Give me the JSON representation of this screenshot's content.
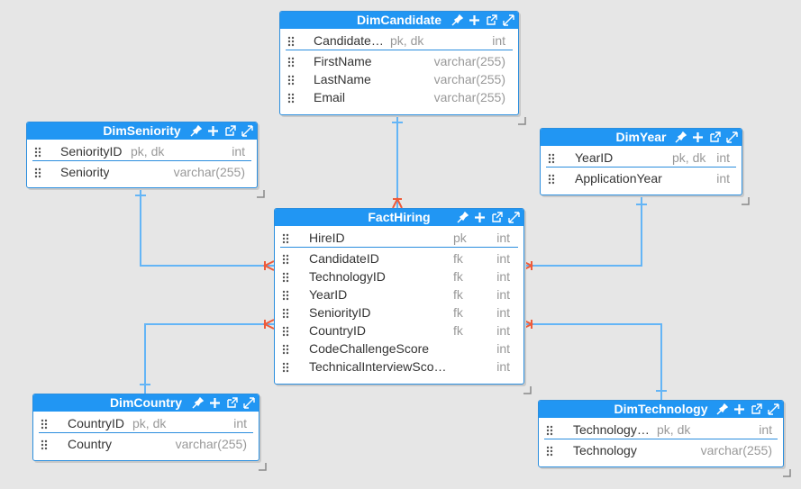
{
  "colors": {
    "accent": "#2196f3",
    "connector": "#64b5f6",
    "crowfoot": "#ef5b3a",
    "background": "#e6e6e6"
  },
  "icons": [
    "pin-icon",
    "plus-icon",
    "open-external-icon",
    "expand-icon",
    "drag-grip-icon",
    "resize-handle-icon"
  ],
  "tables": {
    "candidate": {
      "title": "DimCandidate",
      "rows": [
        {
          "name": "Candidate…",
          "key": "pk, dk",
          "type": "int"
        },
        {
          "name": "FirstName",
          "key": "",
          "type": "varchar(255)"
        },
        {
          "name": "LastName",
          "key": "",
          "type": "varchar(255)"
        },
        {
          "name": "Email",
          "key": "",
          "type": "varchar(255)"
        }
      ]
    },
    "seniority": {
      "title": "DimSeniority",
      "rows": [
        {
          "name": "SeniorityID",
          "key": "pk, dk",
          "type": "int"
        },
        {
          "name": "Seniority",
          "key": "",
          "type": "varchar(255)"
        }
      ]
    },
    "year": {
      "title": "DimYear",
      "rows": [
        {
          "name": "YearID",
          "key": "pk, dk",
          "type": "int"
        },
        {
          "name": "ApplicationYear",
          "key": "",
          "type": "int"
        }
      ]
    },
    "fact": {
      "title": "FactHiring",
      "rows": [
        {
          "name": "HireID",
          "key": "pk",
          "type": "int"
        },
        {
          "name": "CandidateID",
          "key": "fk",
          "type": "int"
        },
        {
          "name": "TechnologyID",
          "key": "fk",
          "type": "int"
        },
        {
          "name": "YearID",
          "key": "fk",
          "type": "int"
        },
        {
          "name": "SeniorityID",
          "key": "fk",
          "type": "int"
        },
        {
          "name": "CountryID",
          "key": "fk",
          "type": "int"
        },
        {
          "name": "CodeChallengeScore",
          "key": "",
          "type": "int"
        },
        {
          "name": "TechnicalInterviewSco…",
          "key": "",
          "type": "int"
        }
      ]
    },
    "country": {
      "title": "DimCountry",
      "rows": [
        {
          "name": "CountryID",
          "key": "pk, dk",
          "type": "int"
        },
        {
          "name": "Country",
          "key": "",
          "type": "varchar(255)"
        }
      ]
    },
    "technology": {
      "title": "DimTechnology",
      "rows": [
        {
          "name": "Technology…",
          "key": "pk, dk",
          "type": "int"
        },
        {
          "name": "Technology",
          "key": "",
          "type": "varchar(255)"
        }
      ]
    }
  },
  "relationships": [
    {
      "from": "DimCandidate",
      "to": "FactHiring"
    },
    {
      "from": "DimSeniority",
      "to": "FactHiring"
    },
    {
      "from": "DimYear",
      "to": "FactHiring"
    },
    {
      "from": "DimCountry",
      "to": "FactHiring"
    },
    {
      "from": "DimTechnology",
      "to": "FactHiring"
    }
  ]
}
